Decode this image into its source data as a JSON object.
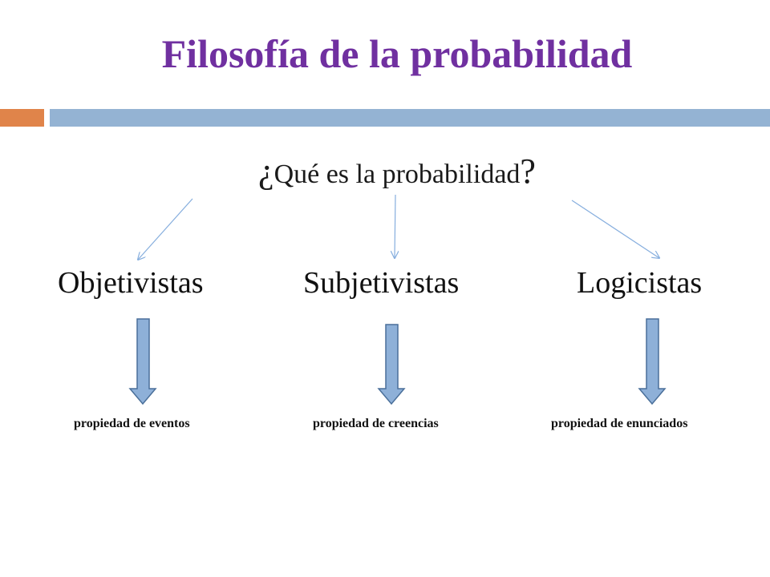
{
  "title": "Filosofía de la probabilidad",
  "question": {
    "open": "¿",
    "text": "Qué es la probabilidad",
    "close": "?"
  },
  "categories": [
    {
      "label": "Objetivistas",
      "property": "propiedad de eventos"
    },
    {
      "label": "Subjetivistas",
      "property": "propiedad de creencias"
    },
    {
      "label": "Logicistas",
      "property": "propiedad de enunciados"
    }
  ],
  "colors": {
    "title": "#7030a0",
    "accent_orange": "#e0844a",
    "accent_blue": "#94b3d3",
    "arrow_fill": "#8eb0d8",
    "arrow_stroke": "#4a6f9a",
    "thin_arrow": "#86aede"
  }
}
